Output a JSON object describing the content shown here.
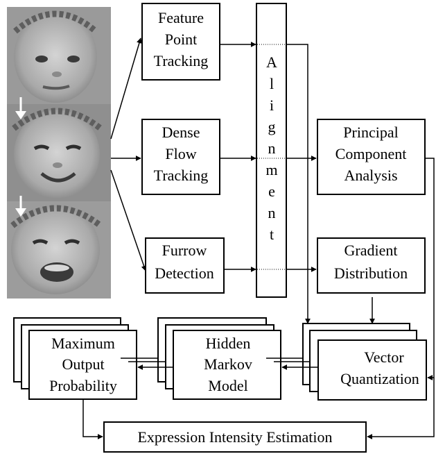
{
  "colors": {
    "line": "#000000",
    "box_fill": "#ffffff",
    "background": "#ffffff",
    "photo_arrow": "#ffffff"
  },
  "photos": [
    {
      "name": "face-frame-1",
      "icon": "baby-face-neutral"
    },
    {
      "name": "face-frame-2",
      "icon": "baby-face-smile"
    },
    {
      "name": "face-frame-3",
      "icon": "baby-face-laugh"
    }
  ],
  "blocks": {
    "feature_point_tracking": [
      "Feature",
      "Point",
      "Tracking"
    ],
    "dense_flow_tracking": [
      "Dense",
      "Flow",
      "Tracking"
    ],
    "furrow_detection": [
      "Furrow",
      "Detection"
    ],
    "alignment": [
      "A",
      "l",
      "i",
      "g",
      "n",
      "m",
      "e",
      "n",
      "t"
    ],
    "principal_component_analysis": [
      "Principal",
      "Component",
      "Analysis"
    ],
    "gradient_distribution": [
      "Gradient",
      "Distribution"
    ],
    "vector_quantization": [
      "Vector",
      "Quantization"
    ],
    "hidden_markov_model": [
      "Hidden",
      "Markov",
      "Model"
    ],
    "maximum_output_probability": [
      "Maximum",
      "Output",
      "Probability"
    ],
    "expression_intensity_estimation": [
      "Expression Intensity Estimation"
    ]
  }
}
